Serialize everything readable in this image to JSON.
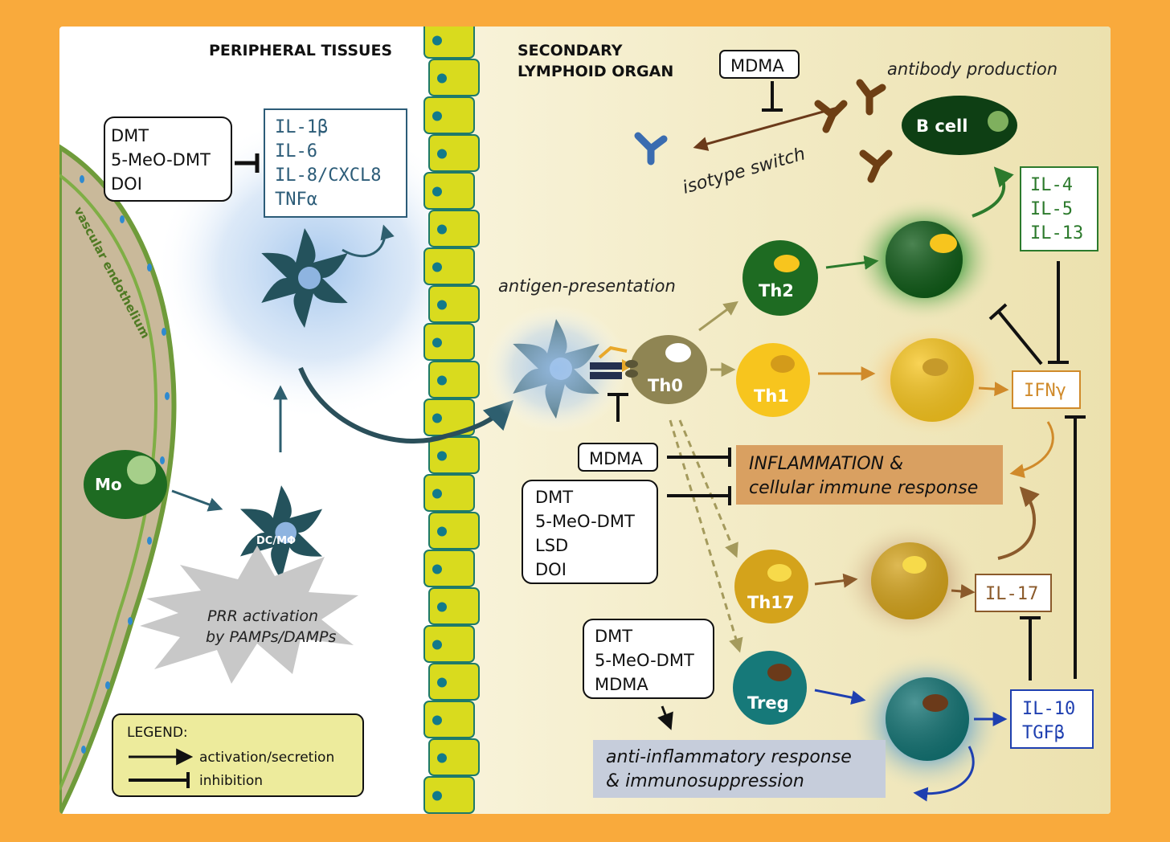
{
  "sections": {
    "peripheral": "PERIPHERAL TISSUES",
    "secondary_line1": "SECONDARY",
    "secondary_line2": "LYMPHOID ORGAN"
  },
  "vascular_label": "vascular endothelium",
  "drugs_top_left": [
    "DMT",
    "5-MeO-DMT",
    "DOI"
  ],
  "cytokines_top": [
    "IL-1β",
    "IL-6",
    "IL-8/CXCL8",
    "TNFα"
  ],
  "mdma": "MDMA",
  "antibody_production": "antibody production",
  "b_cell": "B cell",
  "isotype_switch": "isotype switch",
  "il_th2": [
    "IL-4",
    "IL-5",
    "IL-13"
  ],
  "antigen_presentation": "antigen-presentation",
  "cells": {
    "th0": "Th0",
    "th1": "Th1",
    "th2": "Th2",
    "th17": "Th17",
    "treg": "Treg",
    "mo": "Mo",
    "dc": "DC/MΦ"
  },
  "ifng": "IFNγ",
  "il17": "IL-17",
  "il10": [
    "IL-10",
    "TGFβ"
  ],
  "inflammation": [
    "INFLAMMATION &",
    "cellular immune response"
  ],
  "drugs_middle": [
    "DMT",
    "5-MeO-DMT",
    "LSD",
    "DOI"
  ],
  "drugs_bottom": [
    "DMT",
    "5-MeO-DMT",
    "MDMA"
  ],
  "anti_inflammatory": [
    "anti-inflammatory response",
    "& immunosuppression"
  ],
  "prr": [
    "PRR activation",
    "by PAMPs/DAMPs"
  ],
  "legend": {
    "title": "LEGEND:",
    "activation": "activation/secretion",
    "inhibition": "inhibition"
  },
  "colors": {
    "background": "#F9AA3C",
    "secondary_organ": "#F1E9BC",
    "epithelium": "#D9DB1E",
    "dc": "#24525C",
    "th2": "#1E6B22",
    "th1": "#F7C51E",
    "th17": "#D4A31B",
    "treg": "#167979",
    "il10_blue": "#1E3FB0",
    "inflammation_box": "#D9A061",
    "anti_inflammatory_box": "#C6CDDB"
  }
}
